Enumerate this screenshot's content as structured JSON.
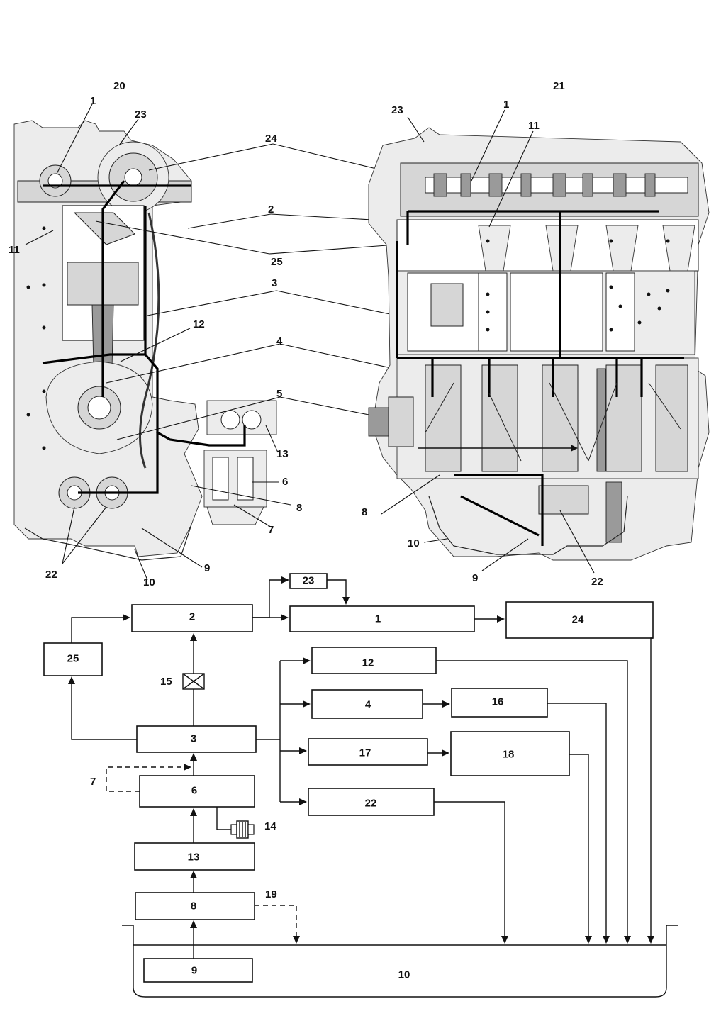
{
  "views": {
    "left_view_label": "20",
    "right_view_label": "21"
  },
  "left_labels": [
    "1",
    "23",
    "24",
    "2",
    "11",
    "25",
    "3",
    "12",
    "4",
    "5",
    "13",
    "6",
    "8",
    "7",
    "22",
    "9",
    "10"
  ],
  "right_labels": [
    "23",
    "1",
    "11",
    "24",
    "2",
    "25",
    "3",
    "4",
    "5",
    "8",
    "10",
    "9",
    "22"
  ],
  "flow_boxes": {
    "b2": "2",
    "b23": "23",
    "b1": "1",
    "b24": "24",
    "b25": "25",
    "b12": "12",
    "b4": "4",
    "b16": "16",
    "b3": "3",
    "b17": "17",
    "b18": "18",
    "b6": "6",
    "b22": "22",
    "b13": "13",
    "b8": "8",
    "b9": "9"
  },
  "flow_labels": {
    "l15": "15",
    "l7": "7",
    "l14": "14",
    "l19": "19",
    "l10": "10"
  },
  "colors": {
    "ink": "#111111",
    "shade": "#d6d6d6",
    "paper": "#ffffff"
  }
}
